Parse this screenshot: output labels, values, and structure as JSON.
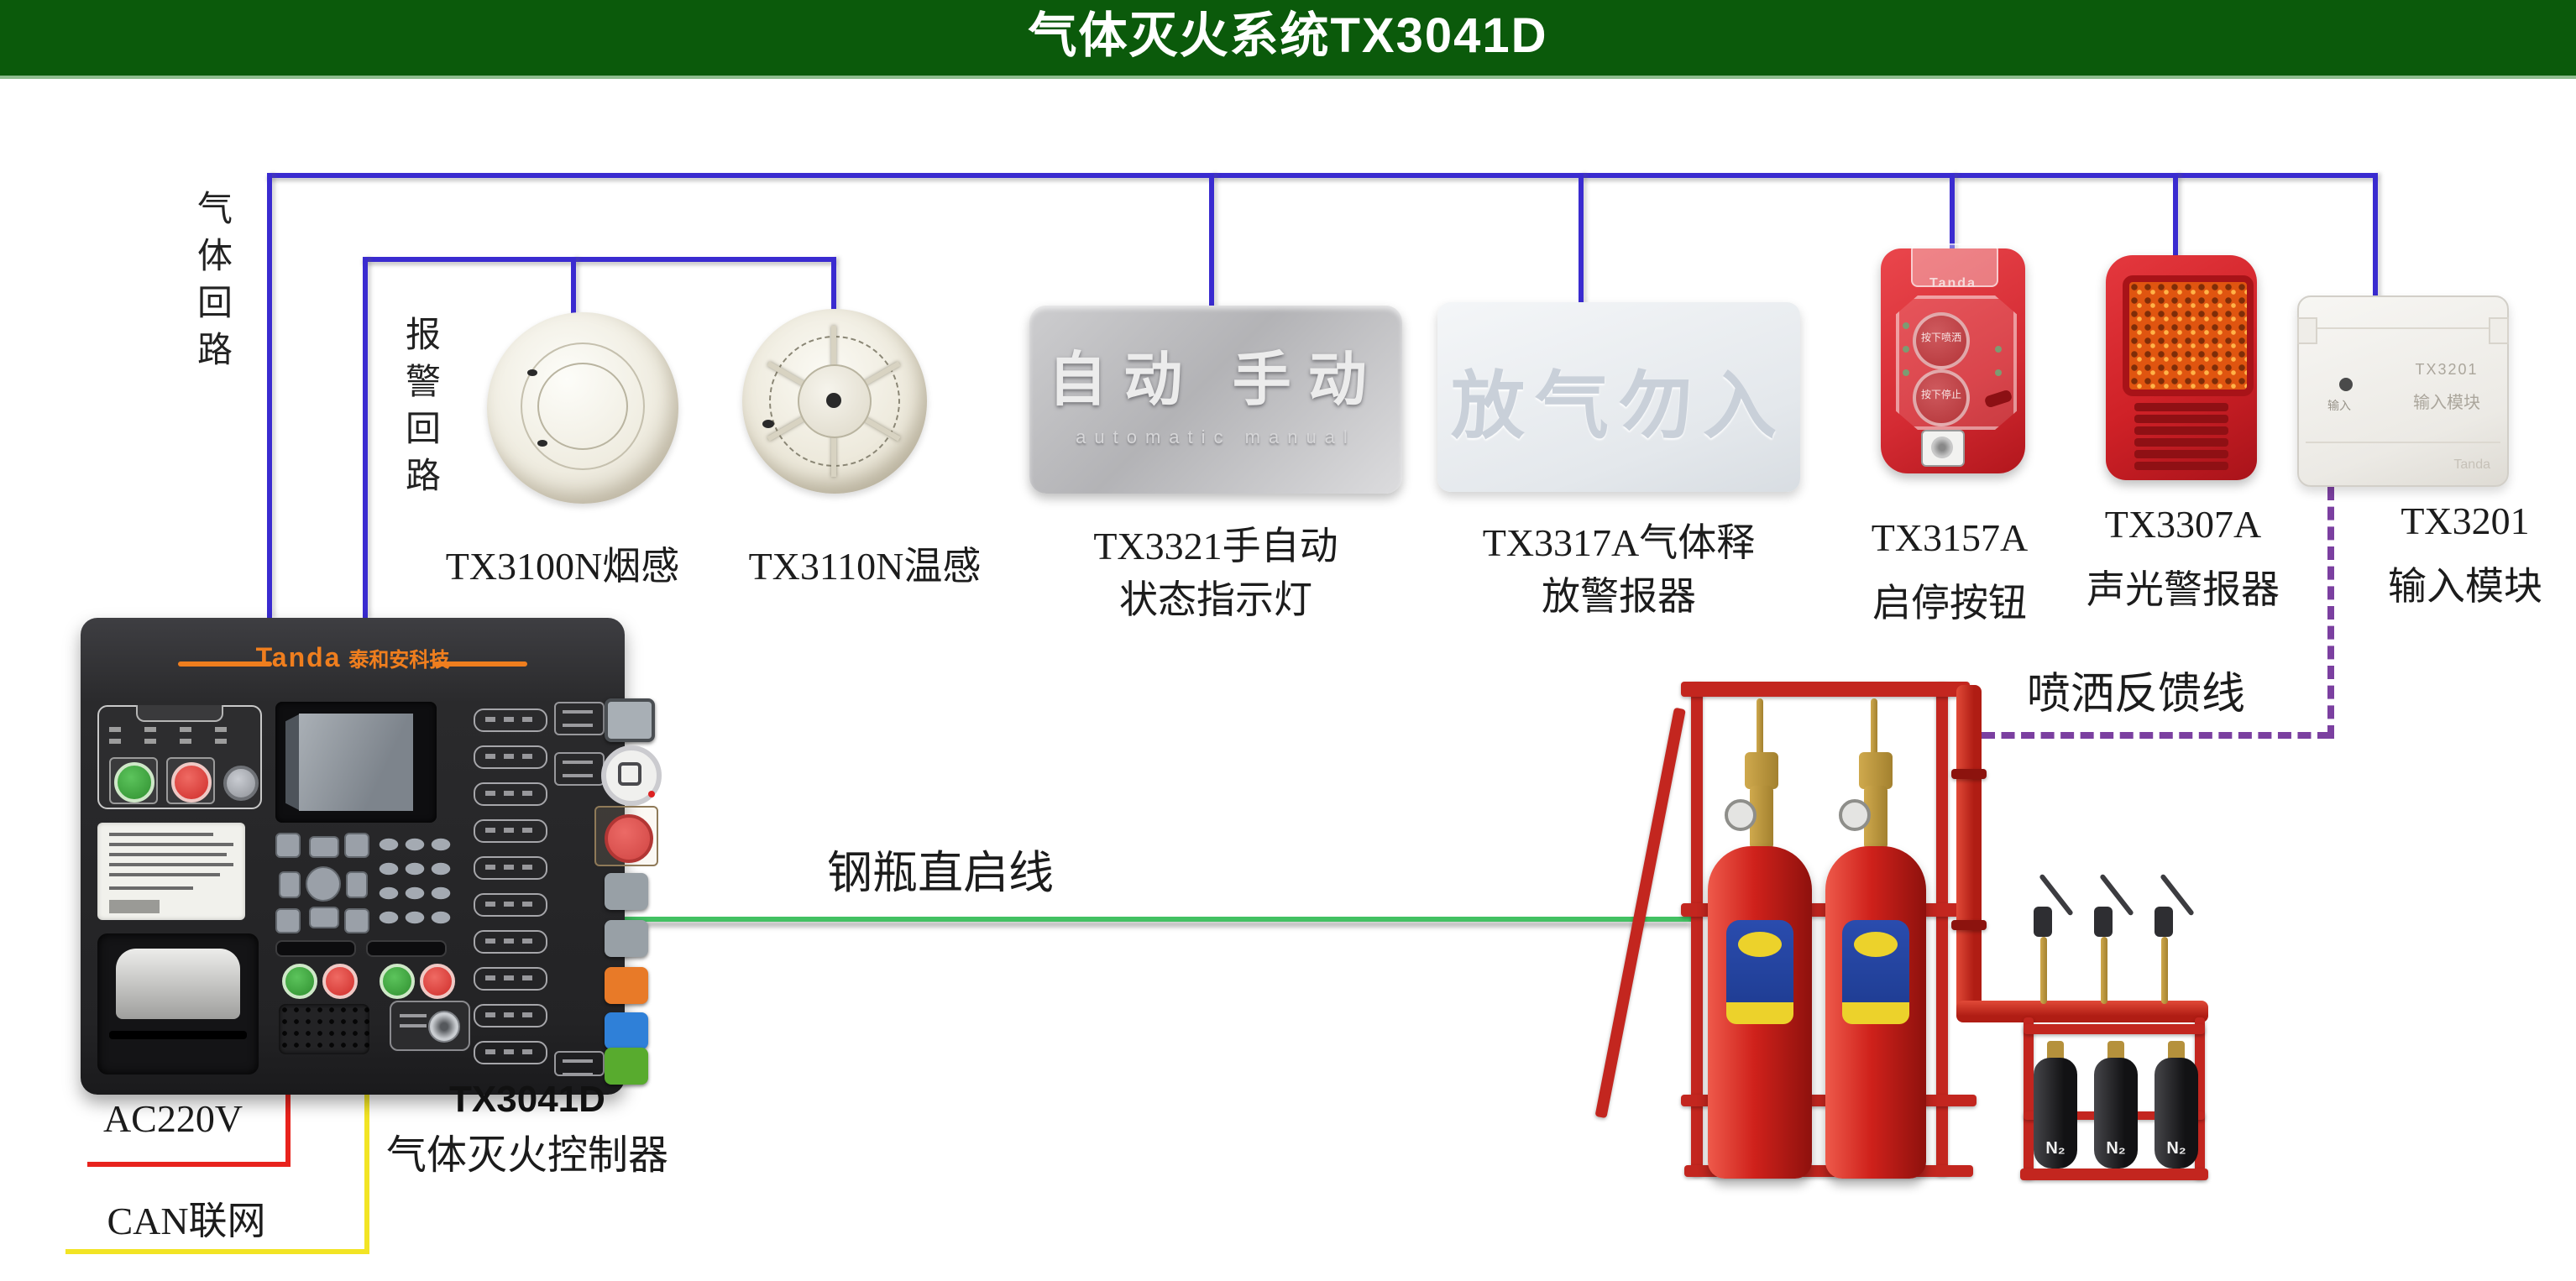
{
  "header": {
    "title": "气体灭火系统TX3041D"
  },
  "loops": {
    "gas": "气体回路",
    "alarm": "报警回路"
  },
  "wires": {
    "ac_power": "AC220V",
    "can_network": "CAN联网",
    "direct_start": "钢瓶直启线",
    "spray_feedback": "喷洒反馈线"
  },
  "smoke_detector": {
    "label": "TX3100N烟感"
  },
  "heat_detector": {
    "label": "TX3110N温感"
  },
  "auto_manual_sign": {
    "plate_main": "自动 手动",
    "plate_sub": "automatic   manual",
    "label1": "TX3321手自动",
    "label2": "状态指示灯"
  },
  "gas_release_sign": {
    "plate_main": "放气勿入",
    "label1": "TX3317A气体释",
    "label2": "放警报器"
  },
  "start_stop_button": {
    "brand": "Tanda",
    "btn1": "按下喷洒",
    "btn2": "按下停止",
    "label1": "TX3157A",
    "label2": "启停按钮"
  },
  "sound_light_alarm": {
    "label1": "TX3307A",
    "label2": "声光警报器"
  },
  "input_module": {
    "face1": "TX3201",
    "face2": "输入模块",
    "face_port": "输入",
    "brand": "Tanda",
    "label1": "TX3201",
    "label2": "输入模块"
  },
  "controller": {
    "brand": "Tanda",
    "brand_cn": "泰和安科技",
    "label1": "TX3041D",
    "label2": "气体灭火控制器"
  },
  "gas_rack": {
    "n2": "N₂"
  },
  "colors": {
    "header_green": "#0b5a0b",
    "loop_blue": "#3a2bd0",
    "feedback_purple": "#7b3fa0",
    "direct_start_green": "#42c162",
    "ac_red": "#e8231d",
    "can_yellow": "#f2e424"
  }
}
